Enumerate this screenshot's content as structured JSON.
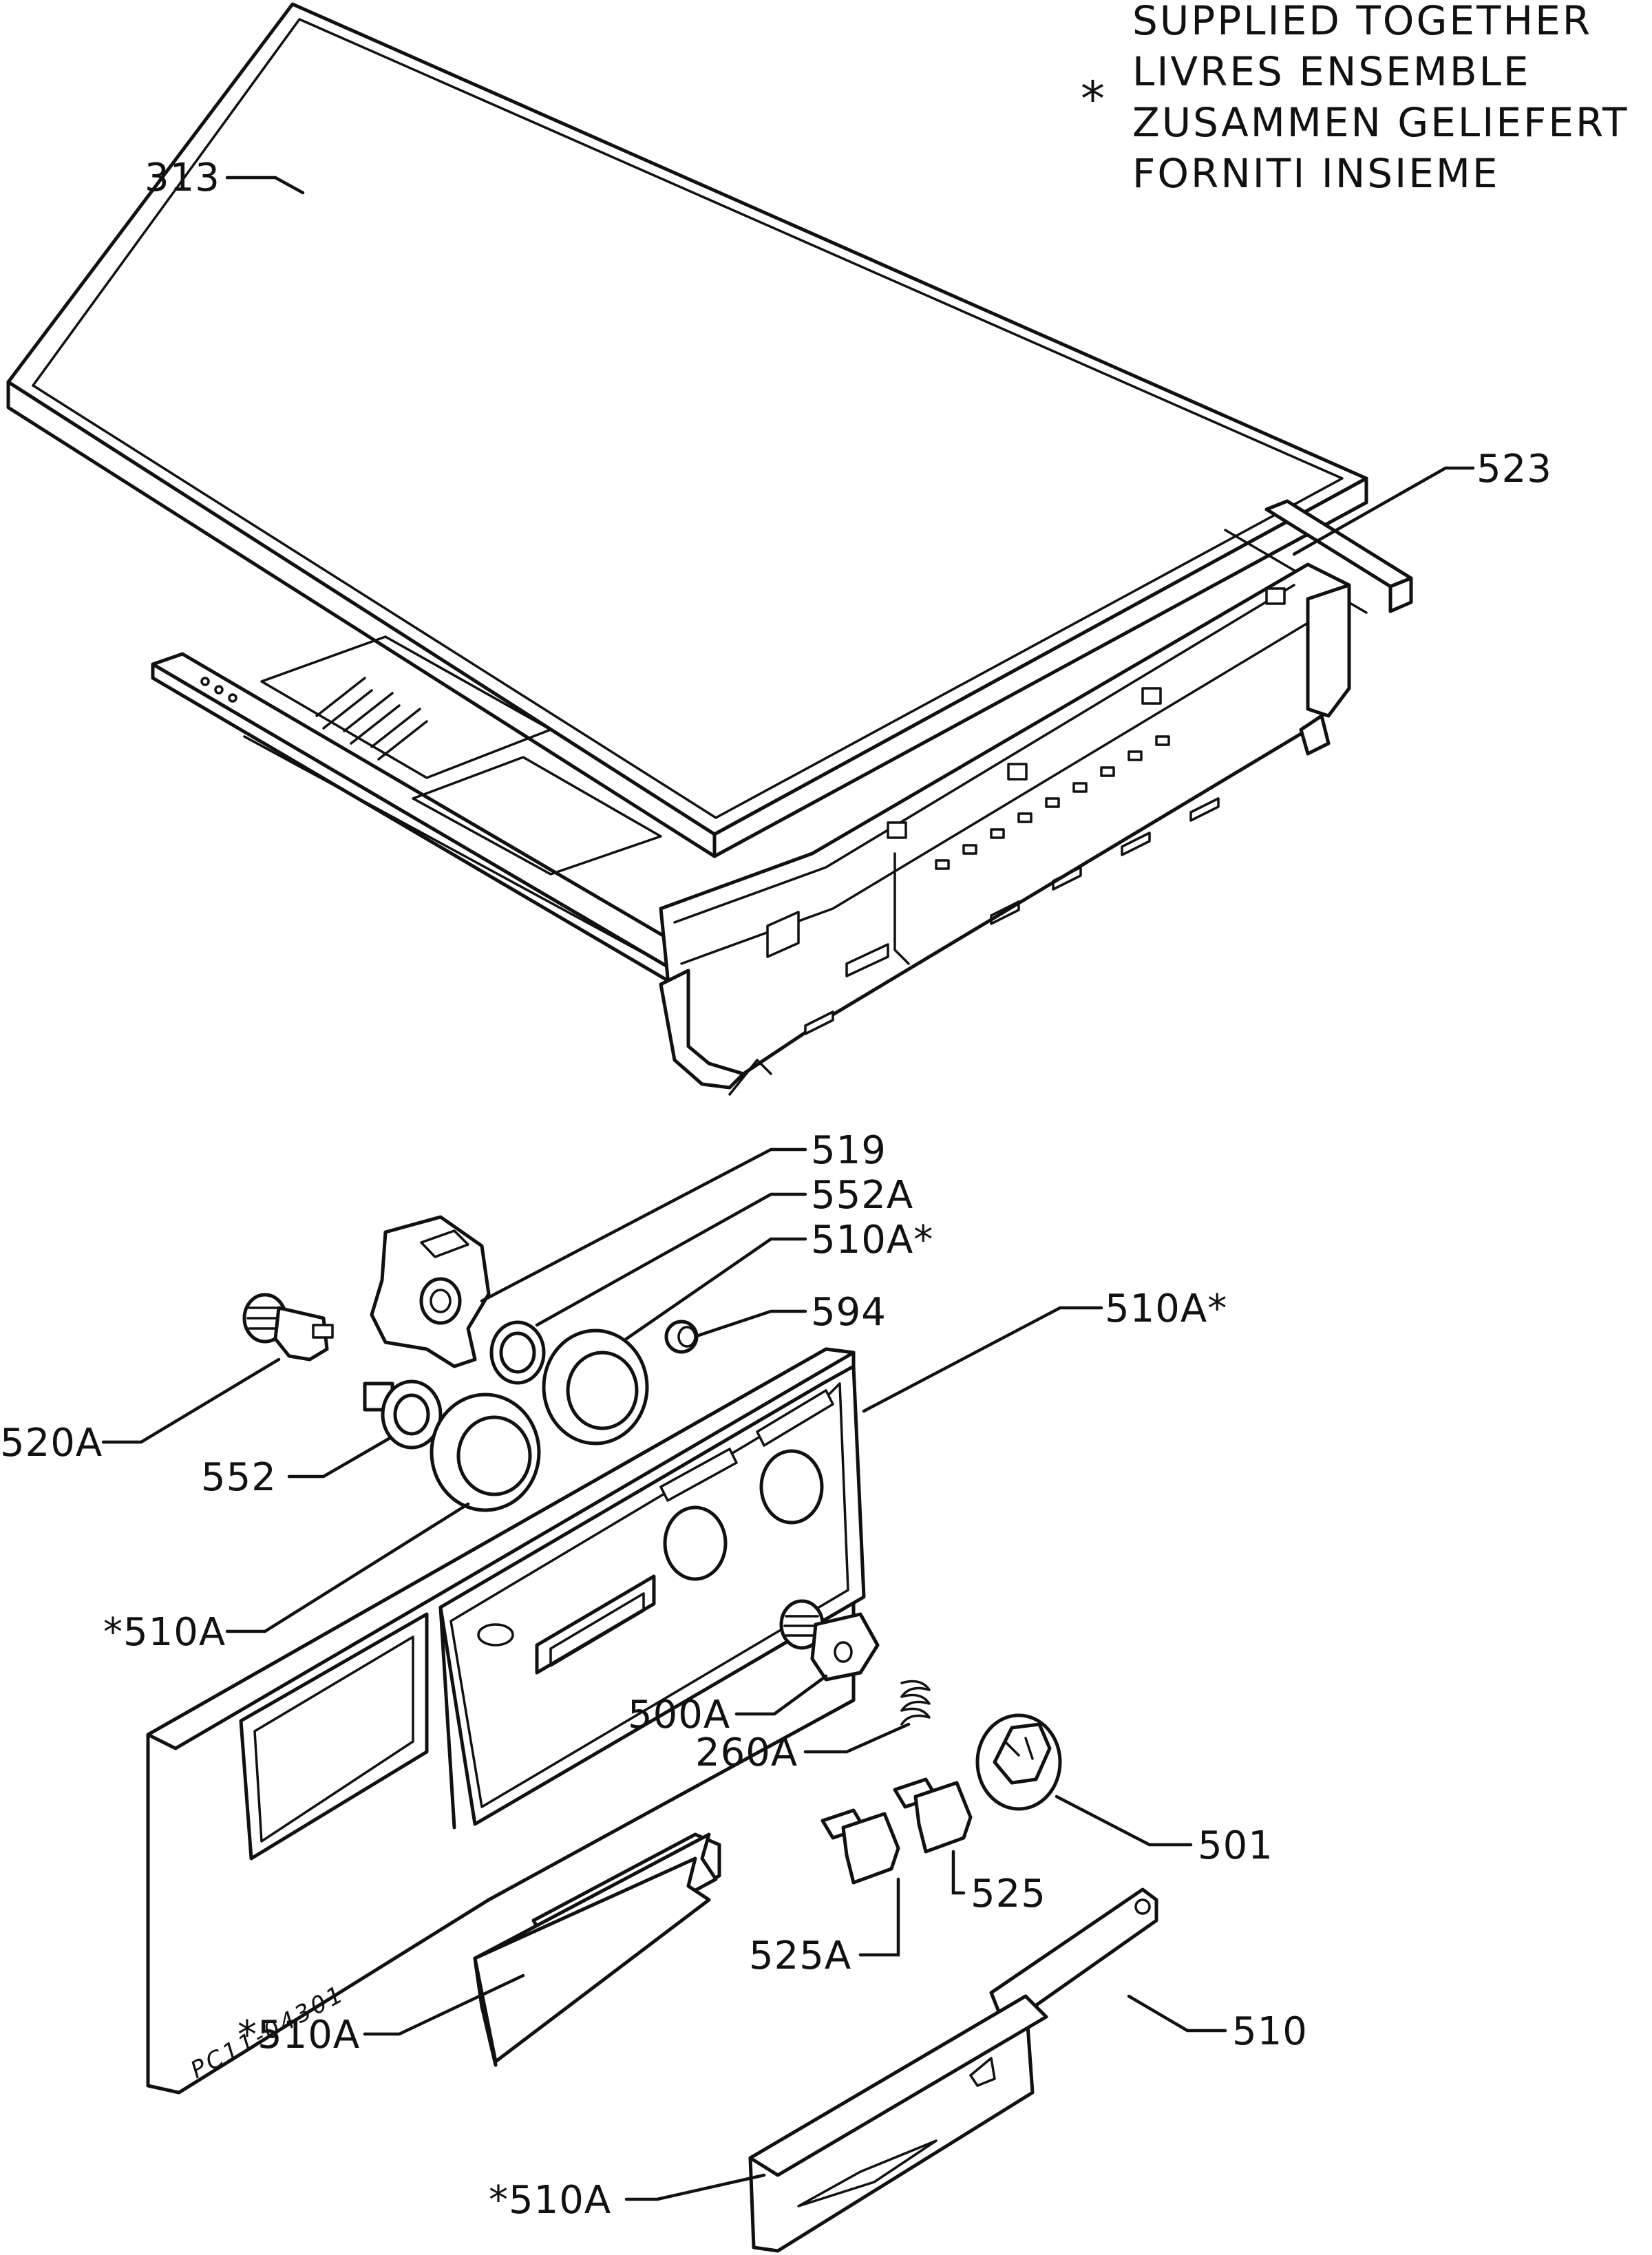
{
  "note": {
    "symbol": "*",
    "lines": [
      "SUPPLIED TOGETHER",
      "LIVRES ENSEMBLE",
      "ZUSAMMEN GELIEFERT",
      "FORNITI INSIEME"
    ]
  },
  "labels": {
    "p313": "313",
    "p523": "523",
    "p519": "519",
    "p552a": "552A",
    "p510a_star_1": "510A*",
    "p594": "594",
    "p510a_star_2": "510A*",
    "p520a": "520A",
    "p552": "552",
    "p510a_left_1": "*510A",
    "p500a": "500A",
    "p260a": "260A",
    "p501": "501",
    "p525": "525",
    "p525a": "525A",
    "p510a_left_2": "*510A",
    "p510": "510",
    "p510a_left_3": "*510A"
  },
  "drawing_code": "PC11-04301"
}
